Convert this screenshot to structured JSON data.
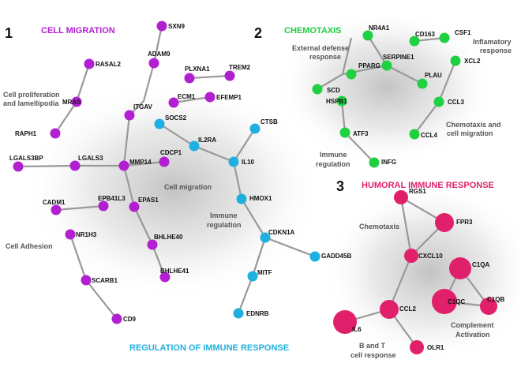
{
  "colors": {
    "migration": "#b21fd1",
    "chemotaxis": "#1fd040",
    "humoral": "#e0206a",
    "immune_reg": "#1fb0e0",
    "edge": "#999999",
    "halo": "#b8b8b8"
  },
  "panels": {
    "one": {
      "number": "1",
      "title": "CELL MIGRATION"
    },
    "two": {
      "number": "2",
      "title": "CHEMOTAXIS"
    },
    "three": {
      "number": "3",
      "title": "HUMORAL IMMUNE RESPONSE"
    },
    "bottom": {
      "title": "REGULATION OF  IMMUNE RESPONSE"
    }
  },
  "regions": {
    "cell_prolif": [
      "Cell proliferation",
      "and lamellipodia"
    ],
    "cell_migration": [
      "Cell migration"
    ],
    "immune_regulation_1": [
      "Immune",
      "regulation"
    ],
    "cell_adhesion": [
      "Cell Adhesion"
    ],
    "external_defense": [
      "External defense",
      "response"
    ],
    "inflamatory": [
      "Inflamatory",
      "response"
    ],
    "chemotaxis_migration": [
      "Chemotaxis and",
      "cell migration"
    ],
    "immune_regulation_2": [
      "Immune",
      "regulation"
    ],
    "chemotaxis_3": [
      "Chemotaxis"
    ],
    "complement": [
      "Complement",
      "Activation"
    ],
    "bt_response": [
      "B and T",
      "cell response"
    ]
  },
  "nodes": {
    "SXN9": "SXN9",
    "ADAM9": "ADAM9",
    "RASAL2": "RASAL2",
    "MRAS": "MRAS",
    "RAPH1": "RAPH1",
    "PLXNA1": "PLXNA1",
    "TREM2": "TREM2",
    "ECM1": "ECM1",
    "EFEMP1": "EFEMP1",
    "ITGAV": "ITGAV",
    "SOCS2": "SOCS2",
    "IL2RA": "IL2RA",
    "CTSB": "CTSB",
    "LGALS3BP": "LGALS3BP",
    "LGALS3": "LGALS3",
    "MMP14": "MMP14",
    "CDCP1": "CDCP1",
    "IL10": "IL10",
    "CADM1": "CADM1",
    "EPB41L3": "EPB41L3",
    "EPAS1": "EPAS1",
    "HMOX1": "HMOX1",
    "NR1H3": "NR1H3",
    "BHLHE40": "BHLHE40",
    "CDKN1A": "CDKN1A",
    "GADD45B": "GADD45B",
    "BHLHE41": "BHLHE41",
    "SCARB1": "SCARB1",
    "MITF": "MITF",
    "CD9": "CD9",
    "EDNRB": "EDNRB",
    "NR4A1": "NR4A1",
    "CD163": "CD163",
    "CSF1": "CSF1",
    "PPARG": "PPARG",
    "SERPINE1": "SERPINE1",
    "XCL2": "XCL2",
    "SCD": "SCD",
    "PLAU": "PLAU",
    "HSPB1": "HSPB1",
    "CCL3": "CCL3",
    "ATF3": "ATF3",
    "CCL4": "CCL4",
    "INFG": "INFG",
    "RGS1": "RGS1",
    "FPR3": "FPR3",
    "CXCL10": "CXCL10",
    "C1QA": "C1QA",
    "C1QC": "C1QC",
    "C1QB": "C1QB",
    "CCL2": "CCL2",
    "IL6": "IL6",
    "OLR1": "OLR1"
  }
}
